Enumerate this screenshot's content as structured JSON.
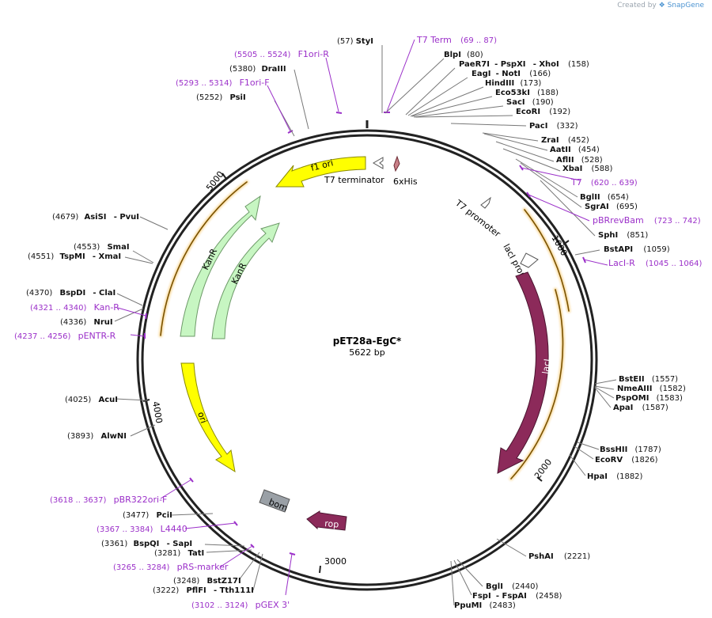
{
  "credit": {
    "created_by": "Created by",
    "app": "SnapGene"
  },
  "plasmid": {
    "name": "pET28a-EgC*",
    "size": "5622 bp"
  },
  "colors": {
    "backbone": "#222222",
    "orange": "#f2a100",
    "primer": "#9b30c9",
    "lacI": "#8c2a5a",
    "rop": "#8c2a5a",
    "f1ori": "#ffff00",
    "ori": "#ffff00",
    "kanR": "#c7f6c2",
    "bom": "#9aa0a6"
  },
  "ticks": [
    "1000",
    "2000",
    "3000",
    "4000",
    "5000"
  ],
  "features": {
    "f1ori": "f1 ori",
    "t7term": "T7 terminator",
    "his": "6xHis",
    "t7promoter": "T7 promoter",
    "laciPromoter": "lacI promoter",
    "kanR1": "KanR",
    "kanR2": "KanR",
    "ori": "ori",
    "bom": "bom",
    "rop": "rop",
    "lacI": "lacI"
  },
  "sites": {
    "styI": {
      "name": "StyI",
      "pos": "(57)"
    },
    "blpI": {
      "name": "BlpI",
      "pos": "(80)"
    },
    "paeR7I": {
      "name": "PaeR7I",
      "pos": "(158)"
    },
    "pspXI": {
      "name": "- PspXI",
      "pos": ""
    },
    "xhoI": {
      "name": "- XhoI",
      "pos": ""
    },
    "eagI": {
      "name": "EagI",
      "pos": "(166)"
    },
    "notI": {
      "name": "- NotI",
      "pos": ""
    },
    "hindIII": {
      "name": "HindIII",
      "pos": "(173)"
    },
    "eco53kI": {
      "name": "Eco53kI",
      "pos": "(188)"
    },
    "sacI": {
      "name": "SacI",
      "pos": "(190)"
    },
    "ecoRI": {
      "name": "EcoRI",
      "pos": "(192)"
    },
    "pacI": {
      "name": "PacI",
      "pos": "(332)"
    },
    "zraI": {
      "name": "ZraI",
      "pos": "(452)"
    },
    "aatII": {
      "name": "AatII",
      "pos": "(454)"
    },
    "aflII": {
      "name": "AflII",
      "pos": "(528)"
    },
    "xbaI": {
      "name": "XbaI",
      "pos": "(588)"
    },
    "bglII": {
      "name": "BglII",
      "pos": "(654)"
    },
    "sgrAI": {
      "name": "SgrAI",
      "pos": "(695)"
    },
    "sphI": {
      "name": "SphI",
      "pos": "(851)"
    },
    "bstAPI": {
      "name": "BstAPI",
      "pos": "(1059)"
    },
    "bstEII": {
      "name": "BstEII",
      "pos": "(1557)"
    },
    "nmeAIII": {
      "name": "NmeAIII",
      "pos": "(1582)"
    },
    "pspOMI": {
      "name": "PspOMI",
      "pos": "(1583)"
    },
    "apaI": {
      "name": "ApaI",
      "pos": "(1587)"
    },
    "bssHII": {
      "name": "BssHII",
      "pos": "(1787)"
    },
    "ecoRV": {
      "name": "EcoRV",
      "pos": "(1826)"
    },
    "hpaI": {
      "name": "HpaI",
      "pos": "(1882)"
    },
    "pshAI": {
      "name": "PshAI",
      "pos": "(2221)"
    },
    "bglI": {
      "name": "BglI",
      "pos": "(2440)"
    },
    "fspI": {
      "name": "FspI",
      "pos": "(2458)"
    },
    "fspAI": {
      "name": "- FspAI",
      "pos": ""
    },
    "ppuMI": {
      "name": "PpuMI",
      "pos": "(2483)"
    },
    "draIII": {
      "name": "DraIII",
      "pos": "(5380)"
    },
    "psiI": {
      "name": "PsiI",
      "pos": "(5252)"
    },
    "asiSI": {
      "name": "AsiSI",
      "pos": "(4679)"
    },
    "pvuI": {
      "name": "- PvuI",
      "pos": ""
    },
    "smaI": {
      "name": "SmaI",
      "pos": "(4553)"
    },
    "tspMI": {
      "name": "TspMI",
      "pos": "(4551)"
    },
    "xmaI": {
      "name": "- XmaI",
      "pos": ""
    },
    "bspDI": {
      "name": "BspDI",
      "pos": "(4370)"
    },
    "claI": {
      "name": "- ClaI",
      "pos": ""
    },
    "nruI": {
      "name": "NruI",
      "pos": "(4336)"
    },
    "acuI": {
      "name": "AcuI",
      "pos": "(4025)"
    },
    "alwNI": {
      "name": "AlwNI",
      "pos": "(3893)"
    },
    "pciI": {
      "name": "PciI",
      "pos": "(3477)"
    },
    "bspQI": {
      "name": "BspQI",
      "pos": "(3361)"
    },
    "sapI": {
      "name": "- SapI",
      "pos": ""
    },
    "tatI": {
      "name": "TatI",
      "pos": "(3281)"
    },
    "bstZ17I": {
      "name": "BstZ17I",
      "pos": "(3248)"
    },
    "pflFI": {
      "name": "PflFI",
      "pos": "(3222)"
    },
    "tth111I": {
      "name": "- Tth111I",
      "pos": ""
    }
  },
  "primers": {
    "t7term": {
      "name": "T7 Term",
      "range": "(69 .. 87)"
    },
    "t7": {
      "name": "T7",
      "range": "(620 .. 639)"
    },
    "pbrrevbam": {
      "name": "pBRrevBam",
      "range": "(723 .. 742)"
    },
    "lacIR": {
      "name": "LacI-R",
      "range": "(1045 .. 1064)"
    },
    "f1oriR": {
      "name": "F1ori-R",
      "range": "(5505 .. 5524)"
    },
    "f1oriF": {
      "name": "F1ori-F",
      "range": "(5293 .. 5314)"
    },
    "kanR": {
      "name": "Kan-R",
      "range": "(4321 .. 4340)"
    },
    "pentrR": {
      "name": "pENTR-R",
      "range": "(4237 .. 4256)"
    },
    "pbr322ori": {
      "name": "pBR322ori-F",
      "range": "(3618 .. 3637)"
    },
    "l4440": {
      "name": "L4440",
      "range": "(3367 .. 3384)"
    },
    "prsMarker": {
      "name": "pRS-marker",
      "range": "(3265 .. 3284)"
    },
    "pgex3": {
      "name": "pGEX 3'",
      "range": "(3102 .. 3124)"
    }
  }
}
